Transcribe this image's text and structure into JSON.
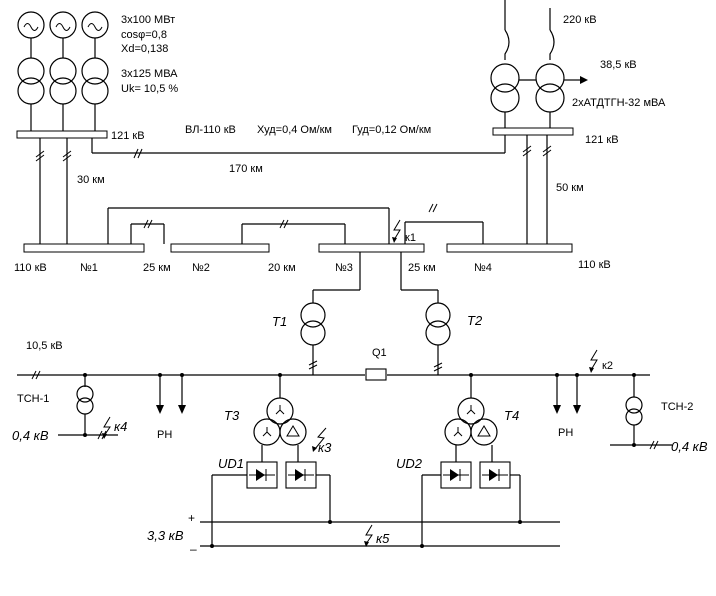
{
  "generators": {
    "rating": "3x100 МВт",
    "cosphi": "cosφ=0,8",
    "xd": "Xd=0,138"
  },
  "gen_transformers": {
    "rating": "3x125 МВА",
    "uk": "Uk= 10,5 %"
  },
  "left_station": {
    "bus_voltage": "121 кВ"
  },
  "right_station": {
    "incoming_voltage": "220 кВ",
    "mv_voltage": "38,5 кВ",
    "transformers": "2хАТДТГН-32 мВА",
    "bus_voltage": "121 кВ"
  },
  "line": {
    "title": "ВЛ-110 кВ",
    "x_ud": "Худ=0,4 Ом/км",
    "g_ud": "Гуд=0,12 Ом/км",
    "length_main": "170 км",
    "length_left": "30 км",
    "length_right": "50 км"
  },
  "substations": {
    "voltage_left": "110 кВ",
    "voltage_right": "110 кВ",
    "n1": "№1",
    "n2": "№2",
    "n3": "№3",
    "n4": "№4",
    "dist_12": "25 км",
    "dist_23": "20 км",
    "dist_34": "25 км"
  },
  "faults": {
    "k1": "к1",
    "k2": "к2",
    "k3": "к3",
    "k4": "к4",
    "k5": "к5"
  },
  "plant": {
    "voltage_10": "10,5 кВ",
    "t1": "Т1",
    "t2": "Т2",
    "t3": "Т3",
    "t4": "Т4",
    "q1": "Q1",
    "tsn1": "ТСН-1",
    "tsn2": "ТСН-2",
    "low_v_left": "0,4 кВ",
    "low_v_right": "0,4 кВ",
    "rn_left": "РН",
    "rn_right": "РН",
    "ud1": "UD1",
    "ud2": "UD2",
    "dc_voltage": "3,3 кВ",
    "plus": "+",
    "minus": "–"
  }
}
